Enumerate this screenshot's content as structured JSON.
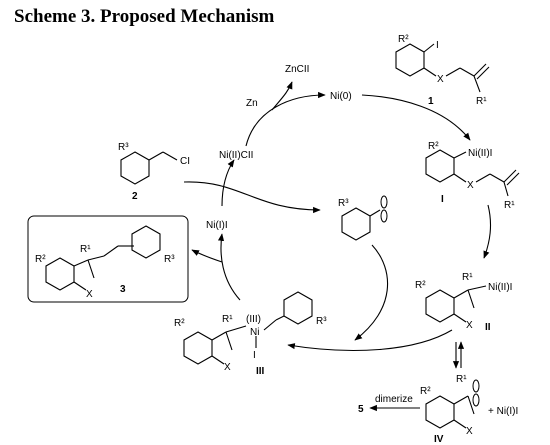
{
  "title": "Scheme 3. Proposed Mechanism",
  "labels": {
    "zncl": "ZnCII",
    "zn": "Zn",
    "ni0": "Ni(0)",
    "ni2cl": "Ni(II)CII",
    "ni1i": "Ni(I)I",
    "r3_a": "R³",
    "cl": "CI",
    "num_2": "2",
    "r2_1": "R²",
    "i_1": "I",
    "x_1": "X",
    "r1_1": "R¹",
    "num_1": "1",
    "r2_I": "R²",
    "ni2i_I": "Ni(II)I",
    "x_I": "X",
    "r1_I": "R¹",
    "num_I": "I",
    "r3_rad": "R³",
    "r1_3": "R¹",
    "r2_3": "R²",
    "r3_3": "R³",
    "x_3": "X",
    "num_3": "3",
    "r1_II": "R¹",
    "r2_II": "R²",
    "ni2i_II": "Ni(II)I",
    "x_II": "X",
    "num_II": "II",
    "r2_III": "R²",
    "r1_III": "R¹",
    "ni3": "(III)",
    "ni_III": "Ni",
    "i_III": "I",
    "r3_III": "R³",
    "x_III": "X",
    "num_III": "III",
    "dimerize": "dimerize",
    "num_5": "5",
    "r2_IV": "R²",
    "r1_IV": "R¹",
    "x_IV": "X",
    "ni1i_IV": "+ Ni(I)I",
    "num_IV": "IV"
  }
}
